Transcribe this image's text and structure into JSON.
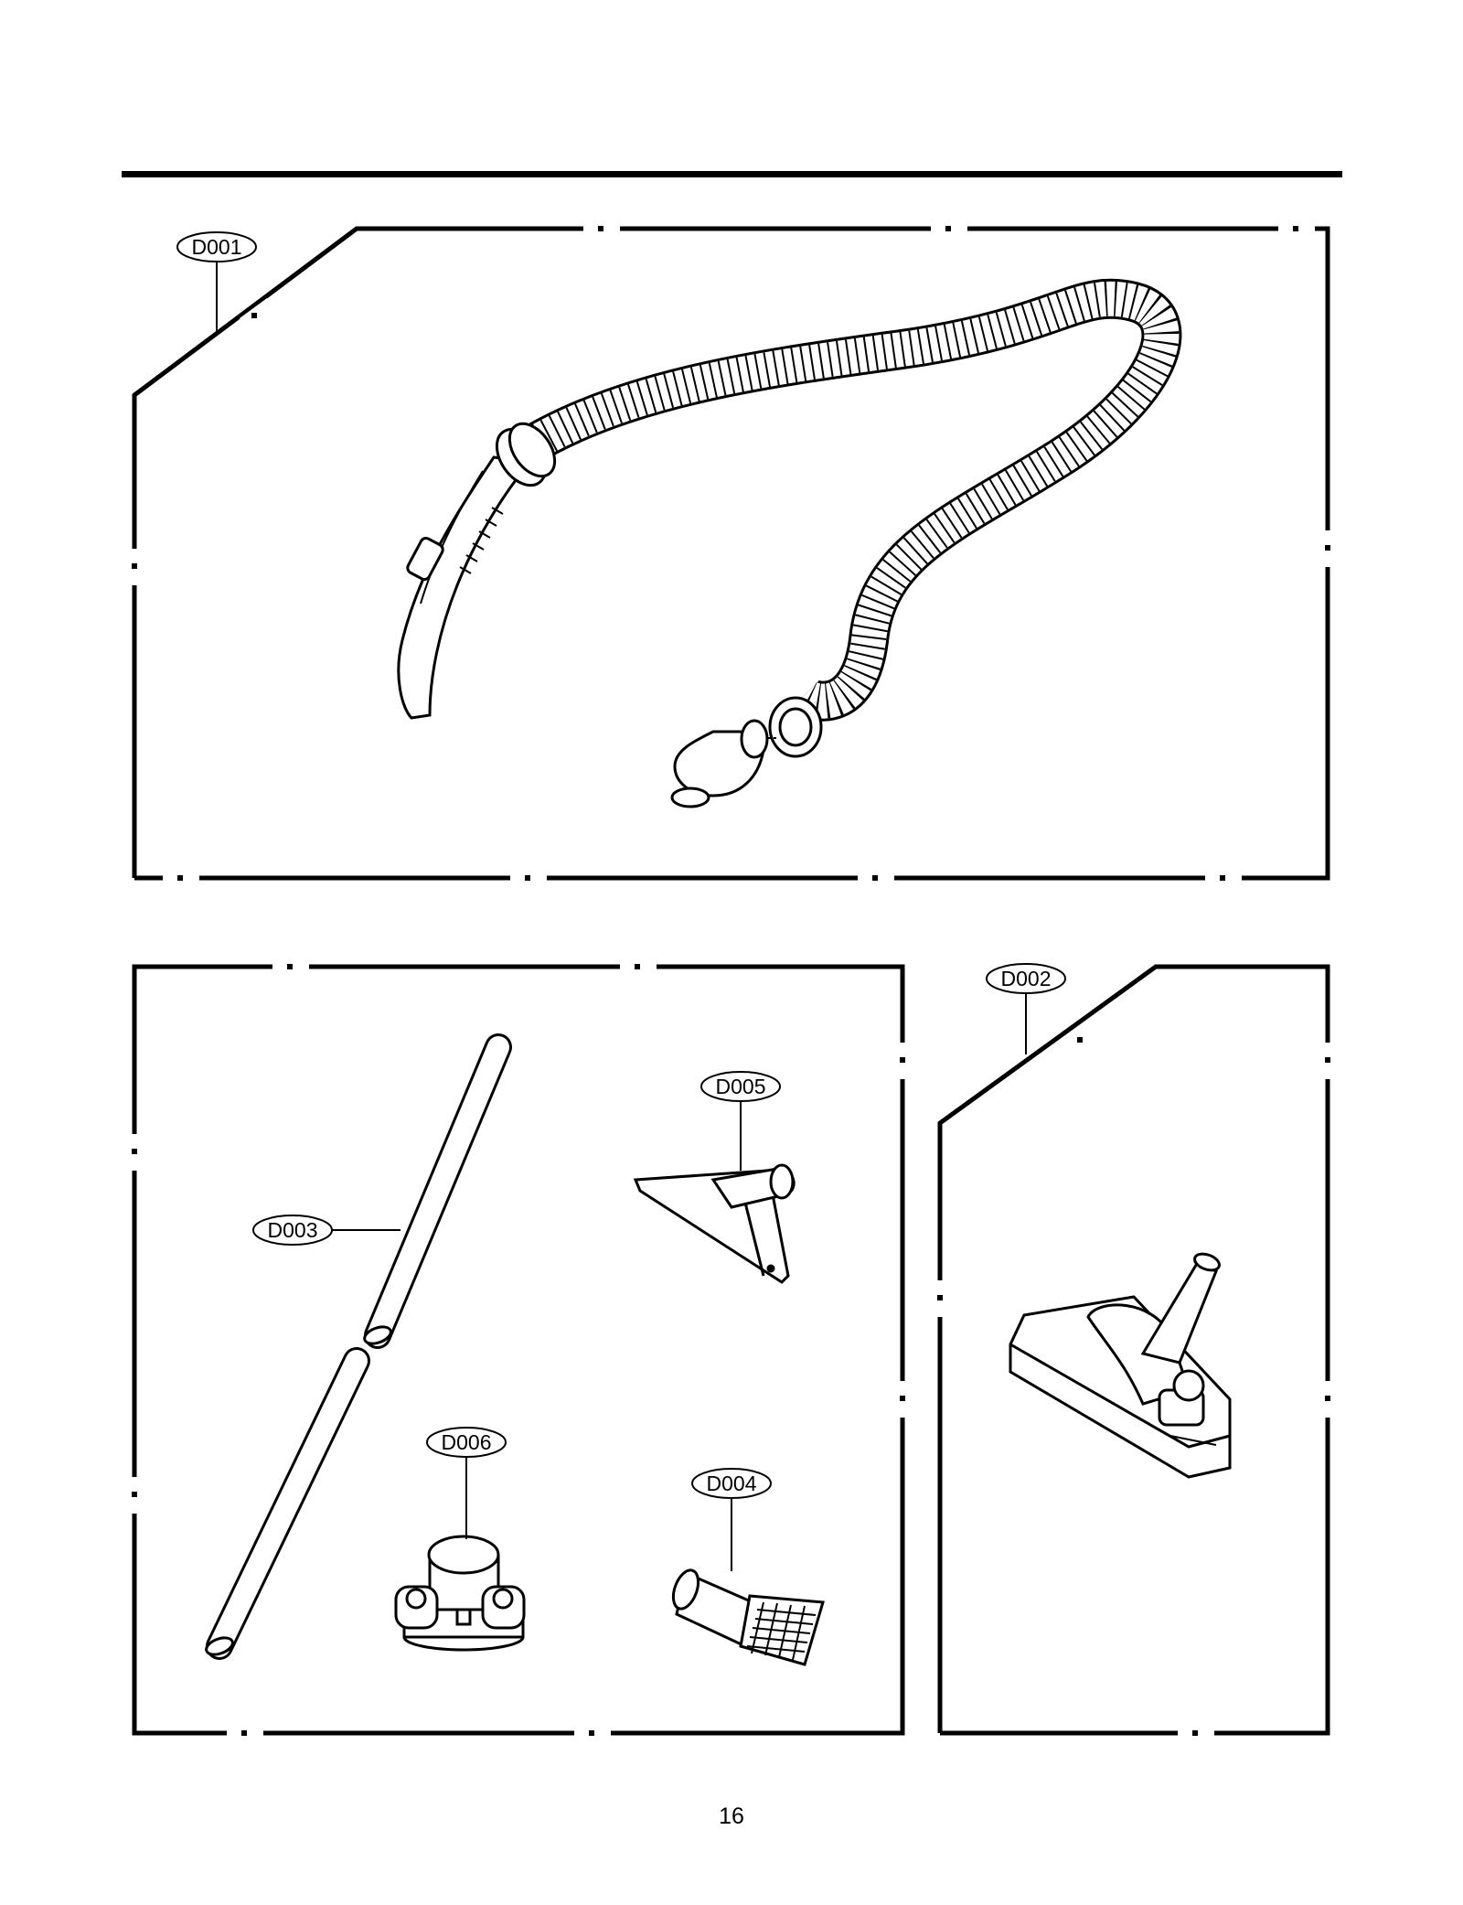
{
  "page_number": "16",
  "labels": {
    "d001": "D001",
    "d002": "D002",
    "d003": "D003",
    "d004": "D004",
    "d005": "D005",
    "d006": "D006"
  },
  "parts": [
    {
      "code": "D001",
      "icon": "hose-assembly-icon"
    },
    {
      "code": "D002",
      "icon": "floor-nozzle-icon"
    },
    {
      "code": "D003",
      "icon": "extension-pipes-icon"
    },
    {
      "code": "D004",
      "icon": "dusting-brush-icon"
    },
    {
      "code": "D005",
      "icon": "upholstery-nozzle-icon"
    },
    {
      "code": "D006",
      "icon": "tool-holder-clip-icon"
    }
  ]
}
